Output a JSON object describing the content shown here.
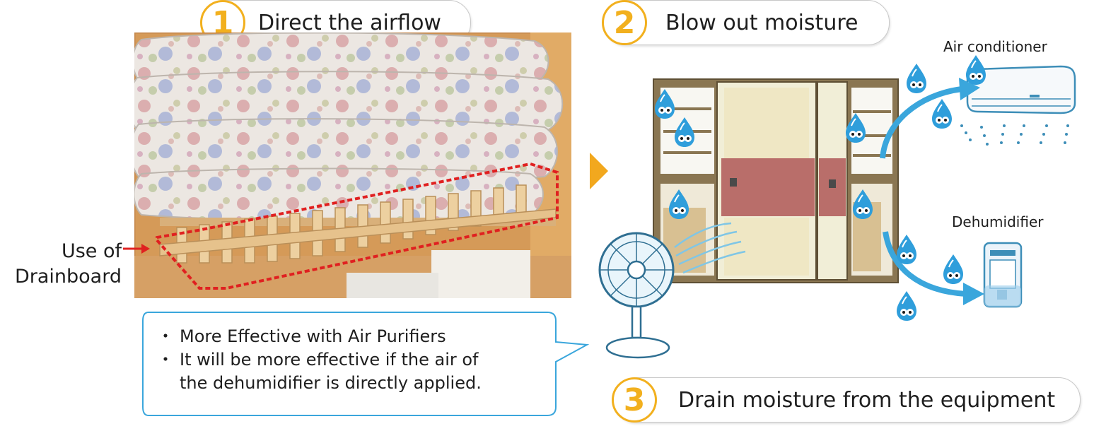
{
  "steps": [
    {
      "number": "1",
      "label": "Direct the airflow"
    },
    {
      "number": "2",
      "label": "Blow out moisture"
    },
    {
      "number": "3",
      "label": "Drain moisture from the equipment"
    }
  ],
  "side_label": {
    "line1": "Use of",
    "line2": "Drainboard"
  },
  "callout": {
    "bullet1": "More Effective with Air Purifiers",
    "bullet2_line1": "It will be more effective if the air of",
    "bullet2_line2": "the dehumidifier is directly applied."
  },
  "labels": {
    "air_conditioner": "Air conditioner",
    "dehumidifier": "Dehumidifier"
  },
  "colors": {
    "step_number": "#f2b01e",
    "arrow": "#3aa6dc",
    "callout_border": "#3aa6dc",
    "closet_frame": "#7a6a4a",
    "door_red_band": "#b96e6a",
    "drainboard_outline": "#e02020",
    "play_triangle": "#f2a81e"
  },
  "icons": [
    "water-drop-icon",
    "electric-fan-icon",
    "play-arrow-icon"
  ]
}
